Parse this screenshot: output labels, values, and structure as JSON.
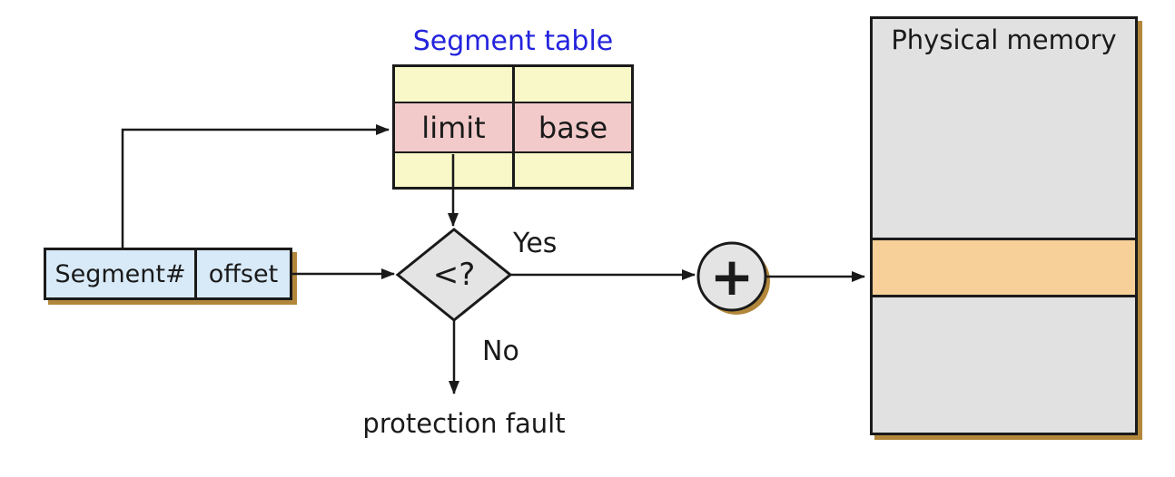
{
  "segment_table": {
    "title": "Segment table",
    "limit_label": "limit",
    "base_label": "base"
  },
  "logical_address": {
    "segment_label": "Segment#",
    "offset_label": "offset"
  },
  "comparator": {
    "symbol": "<?",
    "yes_label": "Yes",
    "no_label": "No"
  },
  "fault_label": "protection fault",
  "adder_symbol": "+",
  "physical_memory": {
    "title": "Physical memory"
  },
  "colors": {
    "table_row_yellow": "#f8f8c8",
    "table_row_pink": "#f2caca",
    "address_box_blue": "#d8eaf8",
    "shape_gray": "#e4e4e4",
    "memory_gray": "#e1e1e1",
    "segment_band_orange": "#f7cf99",
    "title_blue": "#2323dd",
    "shadow_brown": "#b2873b",
    "line_black": "#1a1a1a"
  }
}
